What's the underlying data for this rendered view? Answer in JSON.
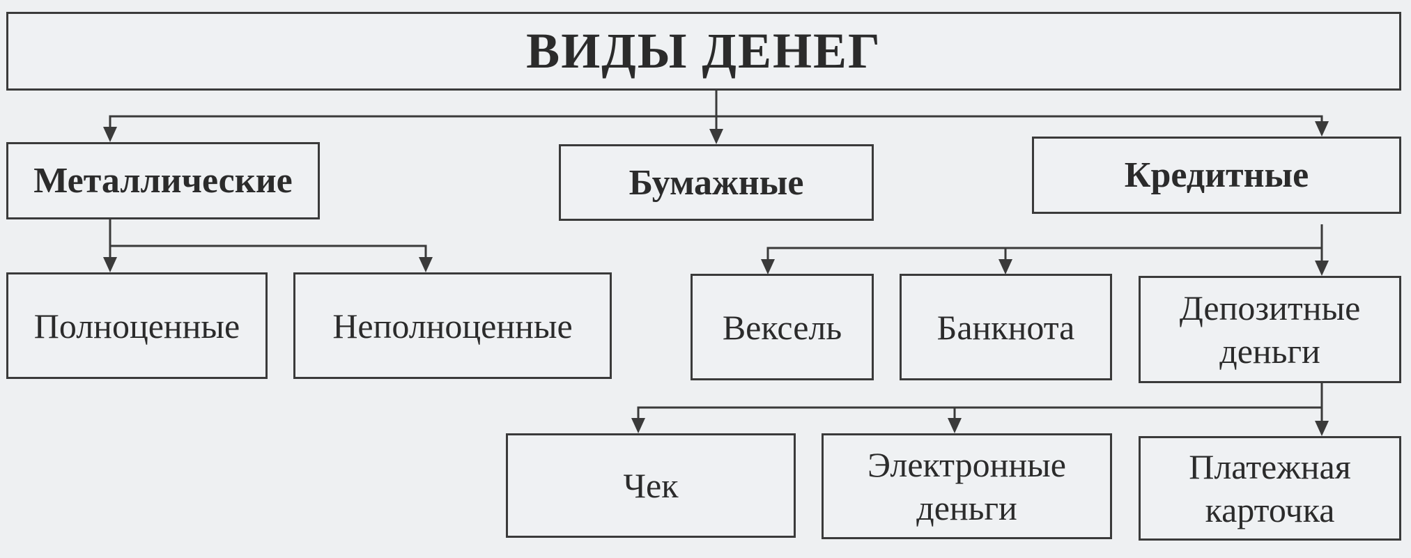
{
  "title": "ВИДЫ ДЕНЕГ",
  "level1": {
    "metallic": "Металлические",
    "paper": "Бумажные",
    "credit": "Кредитные"
  },
  "metallic_children": {
    "full": "Полноценные",
    "partial": "Неполноценные"
  },
  "credit_children": {
    "bill": "Вексель",
    "banknote": "Банкнота",
    "deposit_line1": "Депозитные",
    "deposit_line2": "деньги"
  },
  "deposit_children": {
    "cheque": "Чек",
    "electronic_line1": "Электронные",
    "electronic_line2": "деньги",
    "card_line1": "Платежная",
    "card_line2": "карточка"
  }
}
